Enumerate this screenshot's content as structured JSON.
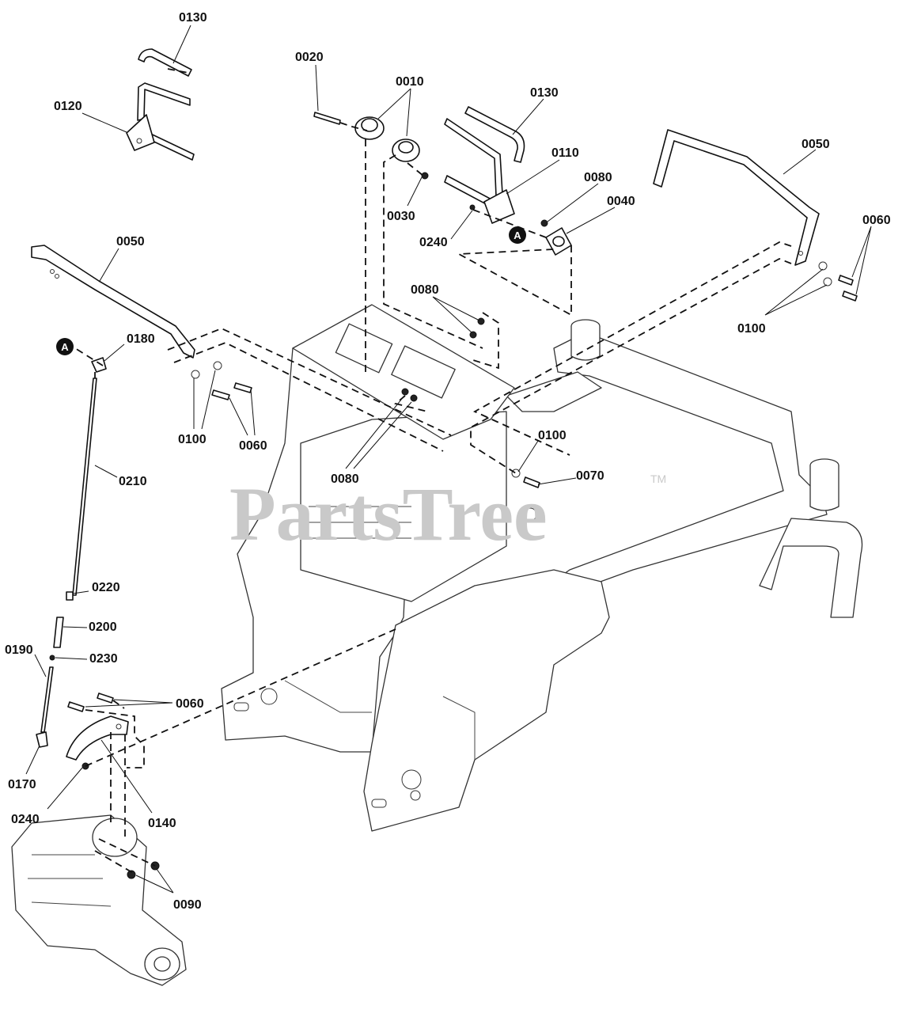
{
  "watermark": {
    "text": "PartsTree",
    "trademark": "TM"
  },
  "callouts": [
    {
      "id": "A-left",
      "text": "A"
    },
    {
      "id": "A-right",
      "text": "A"
    }
  ],
  "labels": [
    "0130",
    "0020",
    "0010",
    "0130",
    "0120",
    "0110",
    "0050",
    "0080",
    "0040",
    "0030",
    "0240",
    "0060",
    "0050",
    "0080",
    "0180",
    "0100",
    "0100",
    "0060",
    "0100",
    "0080",
    "0070",
    "0210",
    "0220",
    "0200",
    "0190",
    "0230",
    "0060",
    "0170",
    "0140",
    "0240",
    "0090"
  ]
}
